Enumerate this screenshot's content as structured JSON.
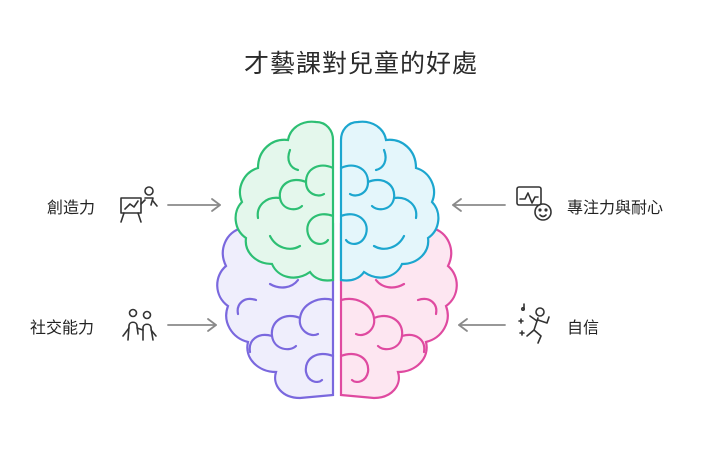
{
  "title": "才藝課對兒童的好處",
  "benefits": {
    "creativity": {
      "label": "創造力",
      "icon": "easel-painter-icon",
      "color": "#2dbf73"
    },
    "focus": {
      "label": "專注力與耐心",
      "icon": "focus-chart-face-icon",
      "color": "#1ca6cf"
    },
    "social": {
      "label": "社交能力",
      "icon": "people-interaction-icon",
      "color": "#7a68de"
    },
    "confidence": {
      "label": "自信",
      "icon": "dancing-person-icon",
      "color": "#df4aa0"
    }
  }
}
